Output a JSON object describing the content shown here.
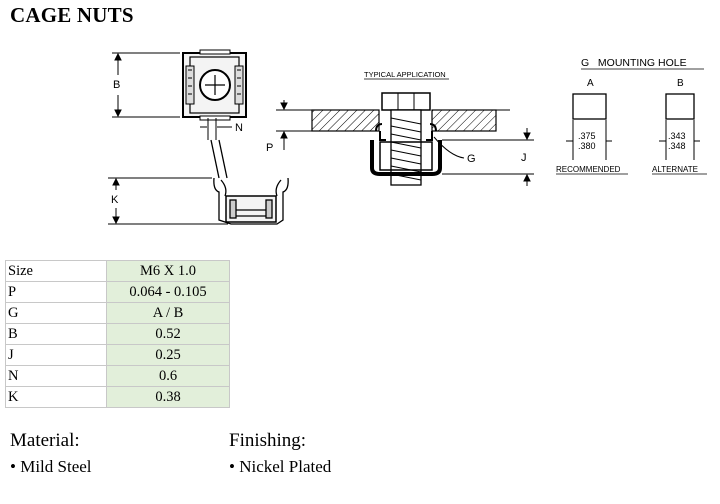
{
  "title": "CAGE NUTS",
  "drawing": {
    "dim_B": "B",
    "dim_N": "N",
    "dim_K": "K",
    "dim_P": "P",
    "dim_G": "G",
    "dim_J": "J",
    "typical_application": "TYPICAL APPLICATION",
    "mounting_hole_title": "G   MOUNTING HOLE",
    "hole_a_label": "A",
    "hole_b_label": "B",
    "hole_a_dim_top": ".375",
    "hole_a_dim_bottom": ".380",
    "hole_b_dim_top": ".343",
    "hole_b_dim_bottom": ".348",
    "recommended": "RECOMMENDED",
    "alternate": "ALTERNATE"
  },
  "spec_table": [
    {
      "label": "Size",
      "value": "M6 X 1.0"
    },
    {
      "label": "P",
      "value": "0.064 - 0.105"
    },
    {
      "label": "G",
      "value": "A / B"
    },
    {
      "label": "B",
      "value": "0.52"
    },
    {
      "label": "J",
      "value": "0.25"
    },
    {
      "label": "N",
      "value": "0.6"
    },
    {
      "label": "K",
      "value": "0.38"
    }
  ],
  "material": {
    "heading": "Material:",
    "item": "• Mild Steel"
  },
  "finishing": {
    "heading": "Finishing:",
    "item": "• Nickel Plated"
  }
}
